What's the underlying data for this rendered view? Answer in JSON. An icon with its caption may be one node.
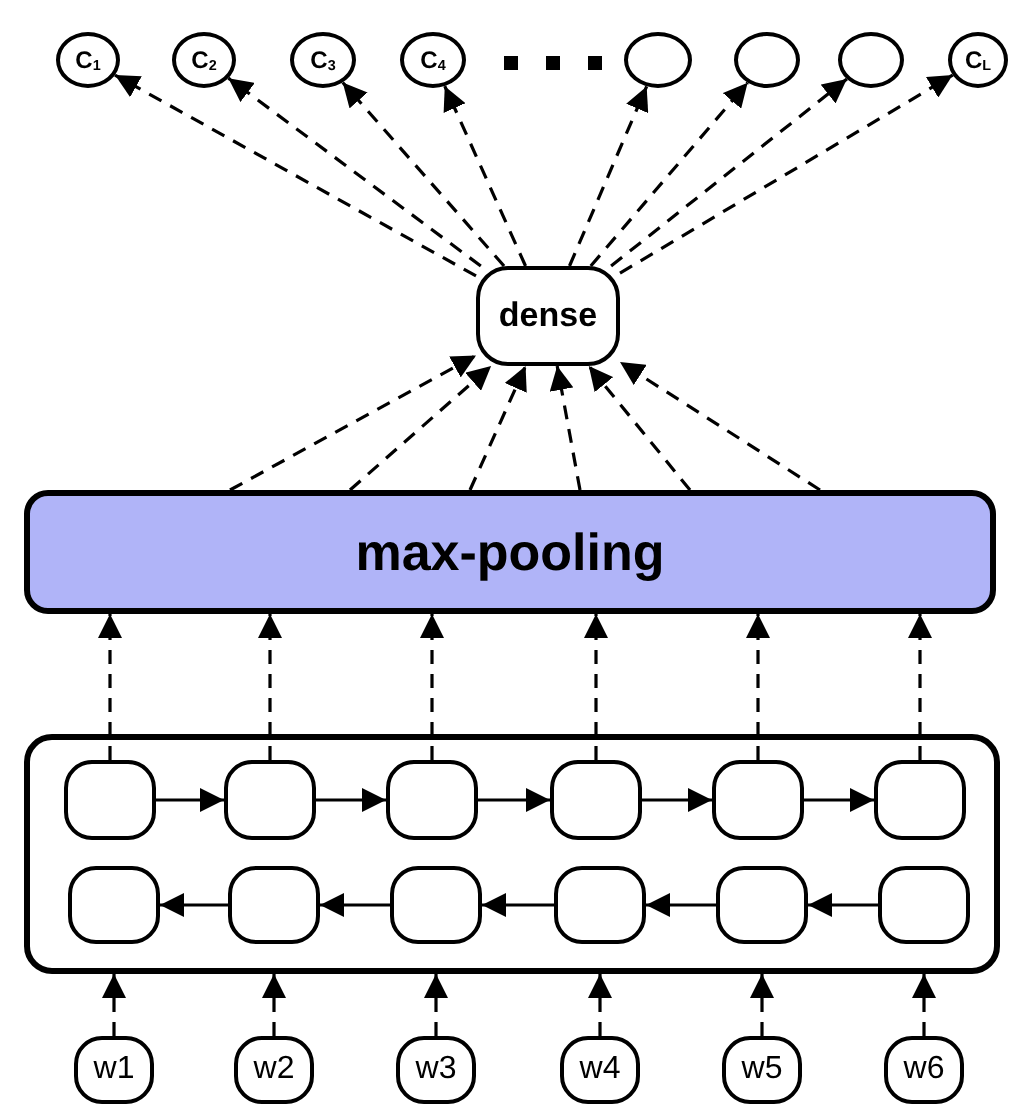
{
  "diagram": {
    "nodes": [
      {
        "text": [
          "C$_{1}$"
        ]
      },
      {
        "text": [
          "C$_{2}$"
        ]
      },
      {
        "text": [
          "C$_{3}$"
        ]
      },
      {
        "text": [
          "C$_{4}$"
        ]
      },
      {
        "text": [],
        "shape": "circle"
      },
      {
        "text": [],
        "shape": "circle"
      },
      {
        "text": [],
        "shape": "circle"
      },
      {
        "text": [
          "C$_{L}$"
        ]
      },
      {
        "text": [
          "dense"
        ]
      },
      {
        "text": [
          "max-pooling"
        ]
      },
      {
        "text": [],
        "shape": "box"
      },
      {
        "text": [],
        "shape": "box",
        "in": 10
      },
      {
        "text": [],
        "shape": "box",
        "in": 10
      },
      {
        "text": [],
        "shape": "box",
        "in": 10
      },
      {
        "text": [],
        "shape": "box",
        "in": 10
      },
      {
        "text": [],
        "shape": "box",
        "in": 10
      },
      {
        "text": [],
        "shape": "box",
        "in": 10
      },
      {
        "text": [],
        "shape": "box",
        "in": 10
      },
      {
        "text": [],
        "shape": "box",
        "in": 10
      },
      {
        "text": [],
        "shape": "box",
        "in": 10
      },
      {
        "text": [],
        "shape": "box",
        "in": 10
      },
      {
        "text": [],
        "shape": "box",
        "in": 10
      },
      {
        "text": [],
        "shape": "box",
        "in": 10
      },
      {
        "text": [
          "w1"
        ]
      },
      {
        "text": [
          "w2"
        ]
      },
      {
        "text": [
          "w3"
        ]
      },
      {
        "text": [
          "w4"
        ]
      },
      {
        "text": [
          "w5"
        ]
      },
      {
        "text": [
          "w6"
        ]
      }
    ],
    "edges": [
      {
        "from": 8,
        "to": 0,
        "arrow": "to",
        "style": "dashed"
      },
      {
        "from": 8,
        "to": 1,
        "arrow": "to",
        "style": "dashed"
      },
      {
        "from": 8,
        "to": 2,
        "arrow": "to",
        "style": "dashed"
      },
      {
        "from": 8,
        "to": 3,
        "arrow": "to",
        "style": "dashed"
      },
      {
        "from": 8,
        "to": 4,
        "arrow": "to",
        "style": "dashed"
      },
      {
        "from": 8,
        "to": 5,
        "arrow": "to",
        "style": "dashed"
      },
      {
        "from": 8,
        "to": 6,
        "arrow": "to",
        "style": "dashed"
      },
      {
        "from": 8,
        "to": 7,
        "arrow": "to",
        "style": "dashed"
      },
      {
        "from": 9,
        "to": 8,
        "arrow": "to",
        "style": "dashed"
      },
      {
        "from": 9,
        "to": 8,
        "arrow": "to",
        "style": "dashed"
      },
      {
        "from": 9,
        "to": 8,
        "arrow": "to",
        "style": "dashed"
      },
      {
        "from": 9,
        "to": 8,
        "arrow": "to",
        "style": "dashed"
      },
      {
        "from": 9,
        "to": 8,
        "arrow": "to",
        "style": "dashed"
      },
      {
        "from": 9,
        "to": 8,
        "arrow": "to",
        "style": "dashed"
      },
      {
        "from": 11,
        "to": 9,
        "arrow": "to",
        "style": "dashed"
      },
      {
        "from": 12,
        "to": 9,
        "arrow": "to",
        "style": "dashed"
      },
      {
        "from": 13,
        "to": 9,
        "arrow": "to",
        "style": "dashed"
      },
      {
        "from": 14,
        "to": 9,
        "arrow": "to",
        "style": "dashed"
      },
      {
        "from": 15,
        "to": 9,
        "arrow": "to",
        "style": "dashed"
      },
      {
        "from": 16,
        "to": 9,
        "arrow": "to",
        "style": "dashed"
      },
      {
        "from": 11,
        "to": 12,
        "arrow": "to"
      },
      {
        "from": 12,
        "to": 13,
        "arrow": "to"
      },
      {
        "from": 13,
        "to": 14,
        "arrow": "to"
      },
      {
        "from": 14,
        "to": 15,
        "arrow": "to"
      },
      {
        "from": 15,
        "to": 16,
        "arrow": "to"
      },
      {
        "from": 18,
        "to": 17,
        "arrow": "to"
      },
      {
        "from": 19,
        "to": 18,
        "arrow": "to"
      },
      {
        "from": 20,
        "to": 19,
        "arrow": "to"
      },
      {
        "from": 21,
        "to": 20,
        "arrow": "to"
      },
      {
        "from": 22,
        "to": 21,
        "arrow": "to"
      },
      {
        "from": 23,
        "to": 10,
        "arrow": "to",
        "style": "dashed"
      },
      {
        "from": 24,
        "to": 10,
        "arrow": "to",
        "style": "dashed"
      },
      {
        "from": 25,
        "to": 10,
        "arrow": "to",
        "style": "dashed"
      },
      {
        "from": 26,
        "to": 10,
        "arrow": "to",
        "style": "dashed"
      },
      {
        "from": 27,
        "to": 10,
        "arrow": "to",
        "style": "dashed"
      },
      {
        "from": 28,
        "to": 10,
        "arrow": "to",
        "style": "dashed"
      }
    ]
  }
}
